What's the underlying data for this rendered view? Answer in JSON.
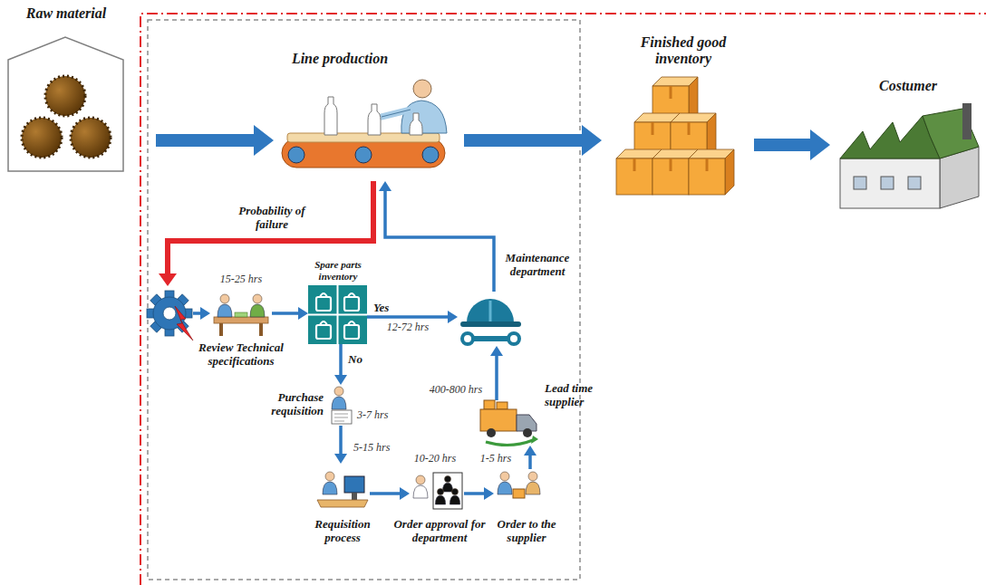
{
  "diagram": {
    "nodes": [
      {
        "text": [
          "Raw material"
        ]
      },
      {
        "text": [
          "Line production"
        ]
      },
      {
        "text": [
          "Finished good inventory"
        ]
      },
      {
        "text": [
          "Costumer"
        ]
      },
      {
        "text": [
          "Review Technical specifications"
        ]
      },
      {
        "text": [
          "Spare parts inventory"
        ]
      },
      {
        "text": [
          "Maintenance department"
        ]
      },
      {
        "text": [
          "Purchase requisition"
        ]
      },
      {
        "text": [
          "Requisition process"
        ]
      },
      {
        "text": [
          "Order approval for department"
        ]
      },
      {
        "text": [
          "Order to the supplier"
        ]
      },
      {
        "text": [
          "Lead time supplier"
        ]
      }
    ],
    "edges": [
      {
        "from": 0,
        "to": 1,
        "arrow": "to"
      },
      {
        "from": 1,
        "to": 2,
        "arrow": "to"
      },
      {
        "from": 2,
        "to": 3,
        "arrow": "to"
      },
      {
        "from": 1,
        "to": 4,
        "label": "Probability of failure",
        "arrow": "to"
      },
      {
        "from": 4,
        "to": 5,
        "arrow": "to"
      },
      {
        "from": 5,
        "to": 6,
        "label": "Yes",
        "arrow": "to"
      },
      {
        "from": 5,
        "to": 7,
        "label": "No",
        "arrow": "to"
      },
      {
        "from": 7,
        "to": 8,
        "arrow": "to"
      },
      {
        "from": 8,
        "to": 9,
        "arrow": "to"
      },
      {
        "from": 9,
        "to": 10,
        "arrow": "to"
      },
      {
        "from": 10,
        "to": 11,
        "arrow": "to"
      },
      {
        "from": 11,
        "to": 6,
        "arrow": "to"
      },
      {
        "from": 6,
        "to": 1,
        "arrow": "to"
      }
    ],
    "labels": [
      "15-25 hrs",
      "12-72 hrs",
      "3-7 hrs",
      "5-15 hrs",
      "10-20 hrs",
      "1-5 hrs",
      "400-800 hrs"
    ]
  }
}
